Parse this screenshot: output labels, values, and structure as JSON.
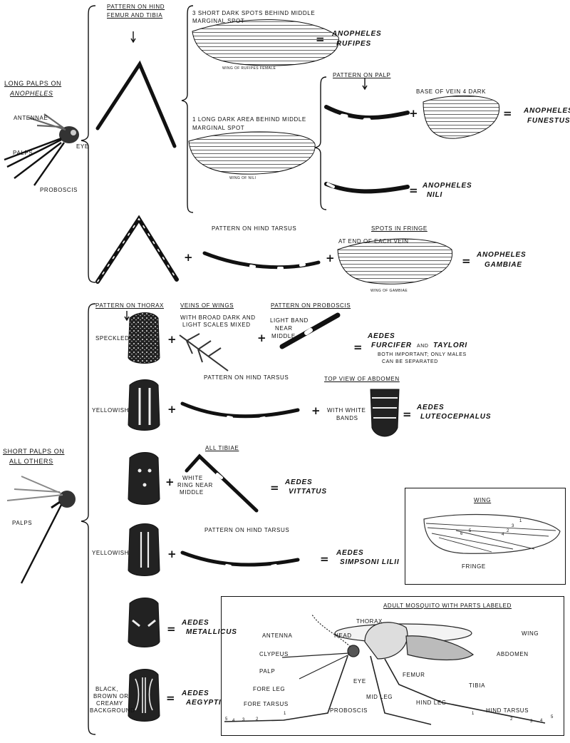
{
  "anopheles_key": {
    "heading_line1": "LONG PALPS ON",
    "heading_line2": "ANOPHELES",
    "head_labels": {
      "antennae": "ANTENNAE",
      "eye": "EYE",
      "palps": "PALPS",
      "proboscis": "PROBOSCIS"
    },
    "femur_tibia_header_line1": "PATTERN ON HIND",
    "femur_tibia_header_line2": "FEMUR AND TIBIA",
    "rufipes": {
      "note_line1": "3 SHORT DARK SPOTS BEHIND MIDDLE",
      "note_line2": "MARGINAL SPOT",
      "wing_caption": "WING OF RUFIPES FEMALE",
      "equals": "=",
      "species_genus": "ANOPHELES",
      "species_name": "RUFIPES"
    },
    "nili_group": {
      "note_line1": "1 LONG DARK AREA BEHIND MIDDLE",
      "note_line2": "MARGINAL SPOT",
      "wing_caption": "WING OF NILI",
      "palp_header": "PATTERN ON PALP",
      "vein_note": "BASE OF VEIN 4 DARK",
      "plus": "+",
      "funestus_equals": "=",
      "funestus_genus": "ANOPHELES",
      "funestus_name": "FUNESTUS",
      "nili_equals": "=",
      "nili_genus": "ANOPHELES",
      "nili_name": "NILI"
    },
    "gambiae": {
      "tarsus_header": "PATTERN ON HIND TARSUS",
      "fringe_header": "SPOTS IN FRINGE",
      "fringe_note": "AT END OF EACH VEIN",
      "wing_caption": "WING OF GAMBIAE",
      "plus1": "+",
      "plus2": "+",
      "equals": "=",
      "species_genus": "ANOPHELES",
      "species_name": "GAMBIAE"
    }
  },
  "aedes_key": {
    "heading_line1": "SHORT PALPS ON",
    "heading_line2": "ALL OTHERS",
    "palps_label": "PALPS",
    "furcifer": {
      "thorax_header": "PATTERN ON THORAX",
      "thorax_note": "SPECKLED",
      "veins_header": "VEINS OF WINGS",
      "veins_note_line1": "WITH BROAD DARK AND",
      "veins_note_line2": "LIGHT SCALES MIXED",
      "proboscis_header": "PATTERN ON PROBOSCIS",
      "proboscis_note_line1": "LIGHT BAND",
      "proboscis_note_line2": "NEAR",
      "proboscis_note_line3": "MIDDLE",
      "plus1": "+",
      "plus2": "+",
      "equals": "=",
      "species_genus": "AEDES",
      "species_name_a": "FURCIFER",
      "species_and": "AND",
      "species_name_b": "TAYLORI",
      "species_note_line1": "BOTH IMPORTANT; ONLY MALES",
      "species_note_line2": "CAN BE SEPARATED"
    },
    "luteocephalus": {
      "thorax_note": "YELLOWISH",
      "tarsus_header": "PATTERN ON HIND TARSUS",
      "abdomen_header": "TOP VIEW OF ABDOMEN",
      "abdomen_note_line1": "WITH WHITE",
      "abdomen_note_line2": "BANDS",
      "plus1": "+",
      "plus2": "+",
      "equals": "=",
      "species_genus": "AEDES",
      "species_name": "LUTEOCEPHALUS"
    },
    "vittatus": {
      "tibiae_header": "ALL TIBIAE",
      "tibiae_note_line1": "WHITE",
      "tibiae_note_line2": "RING NEAR",
      "tibiae_note_line3": "MIDDLE",
      "plus": "+",
      "equals": "=",
      "species_genus": "AEDES",
      "species_name": "VITTATUS"
    },
    "simpsoni": {
      "thorax_note": "YELLOWISH",
      "tarsus_header": "PATTERN ON HIND TARSUS",
      "plus": "+",
      "equals": "=",
      "species_genus": "AEDES",
      "species_name": "SIMPSONI LILII"
    },
    "metallicus": {
      "equals": "=",
      "species_genus": "AEDES",
      "species_name": "METALLICUS"
    },
    "aegypti": {
      "thorax_note_line1": "BLACK,",
      "thorax_note_line2": "BROWN OR",
      "thorax_note_line3": "CREAMY",
      "thorax_note_line4": "BACKGROUND",
      "equals": "=",
      "species_genus": "AEDES",
      "species_name": "AEGYPTI"
    }
  },
  "wing_inset": {
    "title": "WING",
    "fringe_label": "FRINGE",
    "vein_numbers": [
      "1",
      "2",
      "3",
      "4",
      "5",
      "6"
    ]
  },
  "adult_inset": {
    "title": "ADULT MOSQUITO WITH PARTS LABELED",
    "labels": {
      "thorax": "THORAX",
      "antenna": "ANTENNA",
      "head": "HEAD",
      "wing": "WING",
      "abdomen": "ABDOMEN",
      "clypeus": "CLYPEUS",
      "palp": "PALP",
      "eye": "EYE",
      "femur": "FEMUR",
      "fore_leg": "FORE LEG",
      "tibia": "TIBIA",
      "mid_leg": "MID LEG",
      "hind_leg": "HIND LEG",
      "fore_tarsus": "FORE TARSUS",
      "proboscis": "PROBOSCIS",
      "hind_tarsus": "HIND TARSUS"
    },
    "fore_tarsus_numbers": [
      "5",
      "4",
      "3",
      "2",
      "1"
    ],
    "hind_tarsus_numbers": [
      "1",
      "2",
      "3",
      "4",
      "5"
    ]
  },
  "colors": {
    "ink": "#111111",
    "paper": "#ffffff"
  }
}
